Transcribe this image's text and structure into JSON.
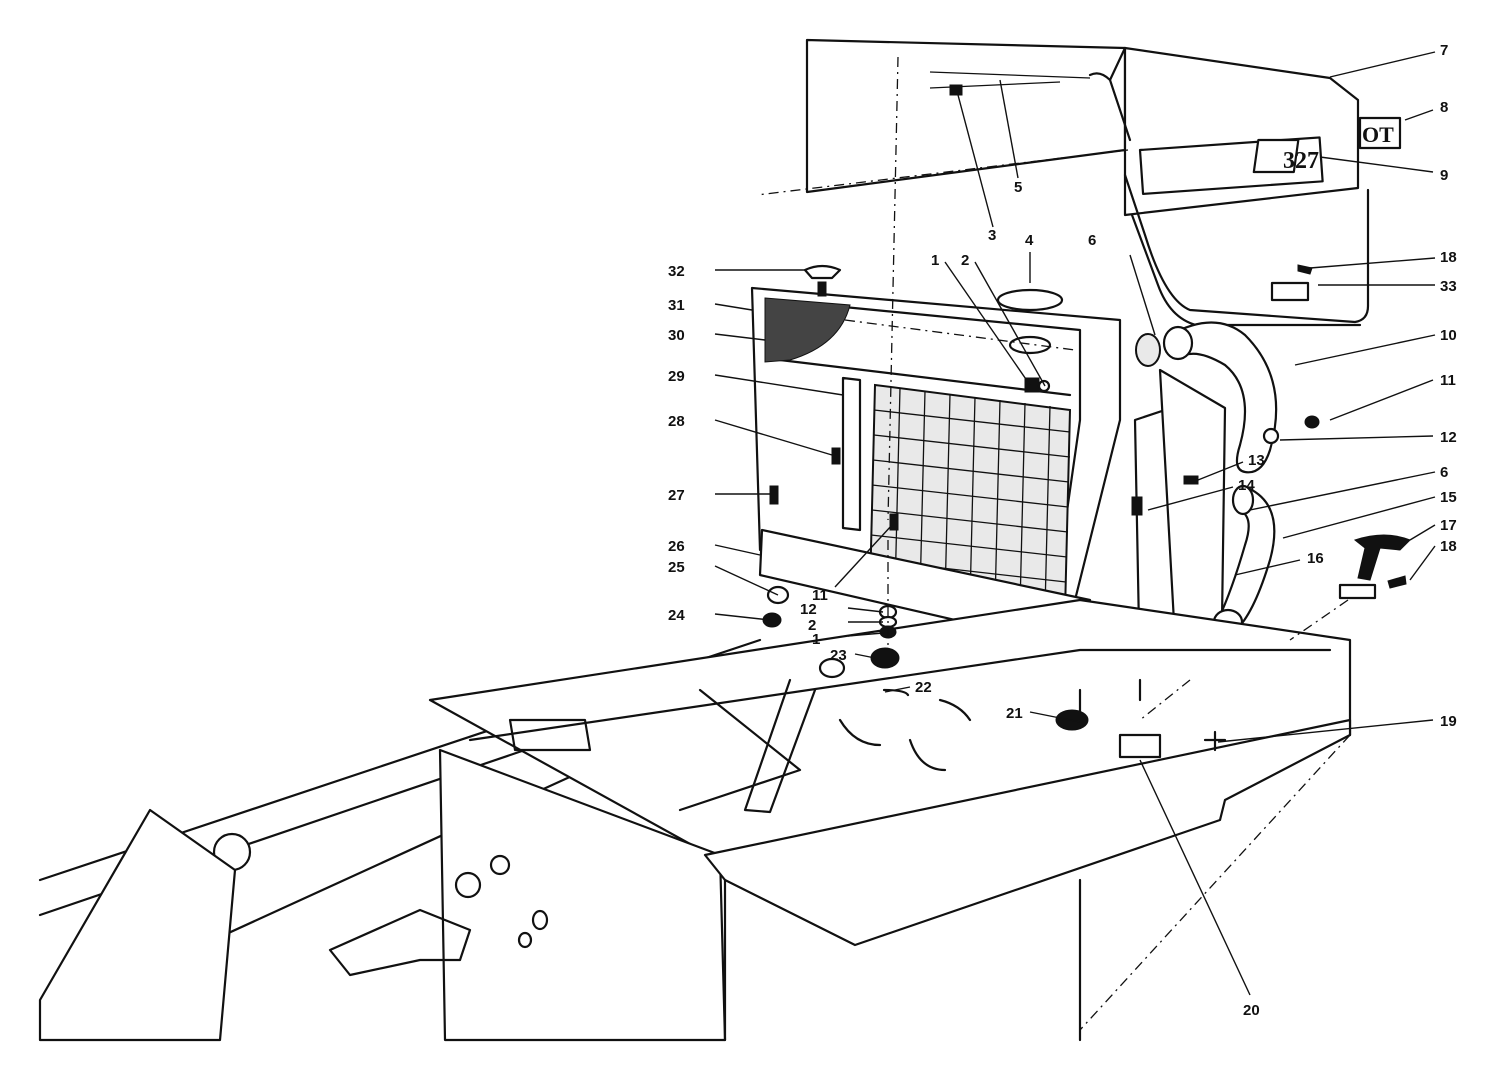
{
  "figure": {
    "decal_text": "OT",
    "model_text": "327"
  },
  "callouts": [
    {
      "id": "c7",
      "label": "7"
    },
    {
      "id": "c8",
      "label": "8"
    },
    {
      "id": "c9",
      "label": "9"
    },
    {
      "id": "c5",
      "label": "5"
    },
    {
      "id": "c3",
      "label": "3"
    },
    {
      "id": "c4",
      "label": "4"
    },
    {
      "id": "c6a",
      "label": "6"
    },
    {
      "id": "c18a",
      "label": "18"
    },
    {
      "id": "c33",
      "label": "33"
    },
    {
      "id": "c10",
      "label": "10"
    },
    {
      "id": "c11a",
      "label": "11"
    },
    {
      "id": "c12a",
      "label": "12"
    },
    {
      "id": "c13",
      "label": "13"
    },
    {
      "id": "c14",
      "label": "14"
    },
    {
      "id": "c6b",
      "label": "6"
    },
    {
      "id": "c15",
      "label": "15"
    },
    {
      "id": "c16",
      "label": "16"
    },
    {
      "id": "c17",
      "label": "17"
    },
    {
      "id": "c18b",
      "label": "18"
    },
    {
      "id": "c19",
      "label": "19"
    },
    {
      "id": "c20",
      "label": "20"
    },
    {
      "id": "c21",
      "label": "21"
    },
    {
      "id": "c22",
      "label": "22"
    },
    {
      "id": "c23",
      "label": "23"
    },
    {
      "id": "c32",
      "label": "32"
    },
    {
      "id": "c1a",
      "label": "1"
    },
    {
      "id": "c2a",
      "label": "2"
    },
    {
      "id": "c31",
      "label": "31"
    },
    {
      "id": "c30",
      "label": "30"
    },
    {
      "id": "c29",
      "label": "29"
    },
    {
      "id": "c28",
      "label": "28"
    },
    {
      "id": "c27",
      "label": "27"
    },
    {
      "id": "c26",
      "label": "26"
    },
    {
      "id": "c25",
      "label": "25"
    },
    {
      "id": "c24",
      "label": "24"
    },
    {
      "id": "c11b",
      "label": "11"
    },
    {
      "id": "c12b",
      "label": "12"
    },
    {
      "id": "c2b",
      "label": "2"
    },
    {
      "id": "c1b",
      "label": "1"
    }
  ]
}
